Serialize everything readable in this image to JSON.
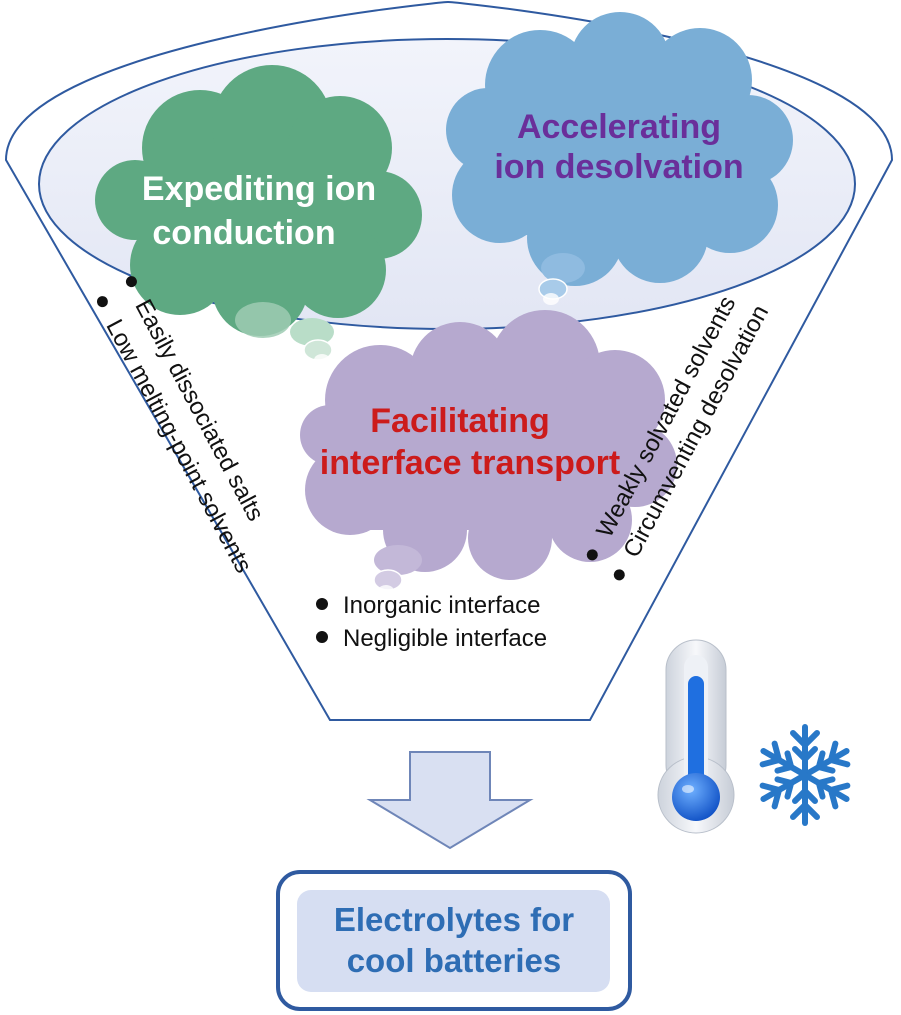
{
  "clouds": {
    "conduction": {
      "line1": "Expediting ion",
      "line2": "conduction",
      "fill": "#5ea982",
      "text_color": "#ffffff"
    },
    "desolvation": {
      "line1": "Accelerating",
      "line2": "ion desolvation",
      "fill": "#7aaed6",
      "text_color": "#6a2f9a"
    },
    "interface": {
      "line1": "Facilitating",
      "line2": "interface transport",
      "fill": "#b6a9cf",
      "text_color": "#cc1b1b"
    }
  },
  "left_strategies": {
    "item1": "Easily dissociated salts",
    "item2": "Low melting-point solvents"
  },
  "right_strategies": {
    "item1": "Weakly solvated solvents",
    "item2": "Circumventing desolvation"
  },
  "bottom_strategies": {
    "item1": "Inorganic interface",
    "item2": "Negligible interface"
  },
  "result": {
    "line1": "Electrolytes for",
    "line2": "cool batteries"
  },
  "colors": {
    "funnel_outline": "#2f5aa0",
    "funnel_inner": "#e8ebf7",
    "arrow_fill": "#d9e0f2",
    "result_box": "#d6def2",
    "snowflake": "#2878c8",
    "thermometer": "#1f6fe0"
  },
  "icons": {
    "thermometer": "thermometer-icon",
    "snowflake": "snowflake-icon"
  }
}
